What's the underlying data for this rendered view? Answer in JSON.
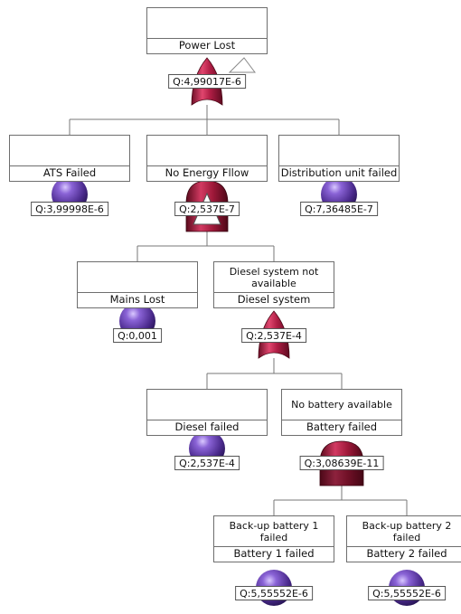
{
  "colors": {
    "event": "#5b3a9e",
    "and_gate": "#b01e45",
    "or_gate": "#b01e45",
    "line": "#777777"
  },
  "icons": {
    "basic_event": "purple-sphere-icon",
    "or_gate": "or-gate-icon",
    "and_gate": "and-gate-icon",
    "transfer": "transfer-triangle-icon"
  },
  "nodes": {
    "power_lost": {
      "description": "",
      "name": "Power Lost",
      "q": "Q:4,99017E-6",
      "symbol": "or-gate"
    },
    "ats_failed": {
      "description": "",
      "name": "ATS Failed",
      "q": "Q:3,99998E-6",
      "symbol": "basic-event"
    },
    "no_energy_flow": {
      "description": "",
      "name": "No Energy Fllow",
      "q": "Q:2,537E-7",
      "symbol": "and-gate"
    },
    "distribution_unit_failed": {
      "description": "",
      "name": "Distribution unit failed",
      "q": "Q:7,36485E-7",
      "symbol": "basic-event"
    },
    "mains_lost": {
      "description": "",
      "name": "Mains Lost",
      "q": "Q:0,001",
      "symbol": "basic-event"
    },
    "diesel_system": {
      "description": "Diesel system not available",
      "name": "Diesel system",
      "q": "Q:2,537E-4",
      "symbol": "or-gate"
    },
    "diesel_failed": {
      "description": "",
      "name": "Diesel failed",
      "q": "Q:2,537E-4",
      "symbol": "basic-event"
    },
    "battery_failed": {
      "description": "No battery available",
      "name": "Battery failed",
      "q": "Q:3,08639E-11",
      "symbol": "and-gate"
    },
    "battery_1_failed": {
      "description": "Back-up battery 1 failed",
      "name": "Battery 1 failed",
      "q": "Q:5,55552E-6",
      "symbol": "basic-event"
    },
    "battery_2_failed": {
      "description": "Back-up battery 2 failed",
      "name": "Battery 2 failed",
      "q": "Q:5,55552E-6",
      "symbol": "basic-event"
    }
  }
}
